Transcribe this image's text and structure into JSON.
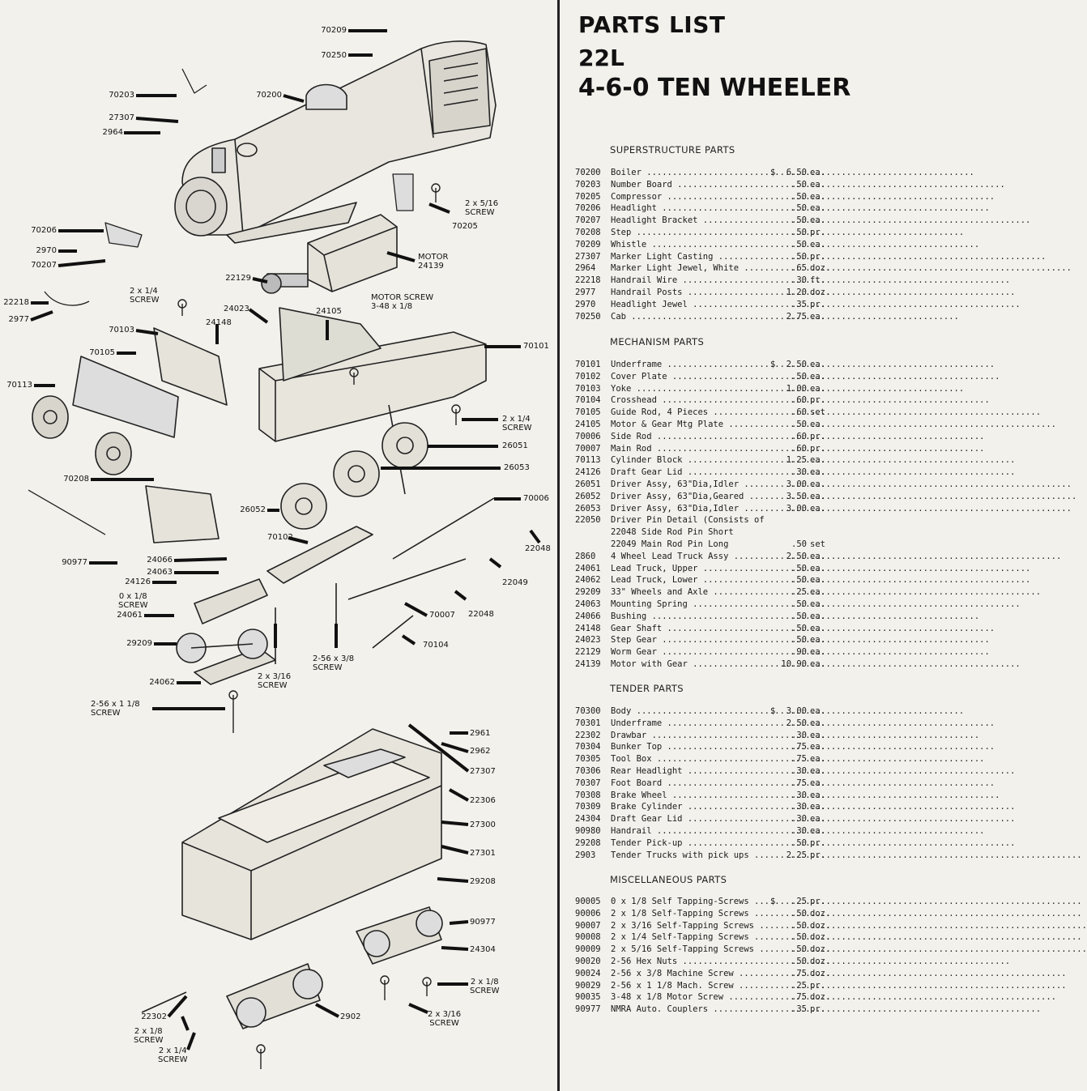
{
  "header": {
    "line1": "PARTS LIST",
    "line2": "22L",
    "line3": "4-6-0 TEN WHEELER"
  },
  "sections": [
    {
      "title": "SUPERSTRUCTURE PARTS",
      "items": [
        {
          "part": "70200",
          "desc": "Boiler",
          "cur": "$",
          "price": "6.50",
          "unit": "ea."
        },
        {
          "part": "70203",
          "desc": "Number Board",
          "cur": "",
          "price": ".50",
          "unit": "ea."
        },
        {
          "part": "70205",
          "desc": "Compressor",
          "cur": "",
          "price": ".50",
          "unit": "ea."
        },
        {
          "part": "70206",
          "desc": "Headlight",
          "cur": "",
          "price": ".50",
          "unit": "ea."
        },
        {
          "part": "70207",
          "desc": "Headlight Bracket",
          "cur": "",
          "price": ".50",
          "unit": "ea."
        },
        {
          "part": "70208",
          "desc": "Step",
          "cur": "",
          "price": ".50",
          "unit": "pr."
        },
        {
          "part": "70209",
          "desc": "Whistle",
          "cur": "",
          "price": ".50",
          "unit": "ea."
        },
        {
          "part": "27307",
          "desc": "Marker Light Casting",
          "cur": "",
          "price": ".50",
          "unit": "pr."
        },
        {
          "part": "2964",
          "desc": "Marker Light Jewel, White",
          "cur": "",
          "price": ".65",
          "unit": "doz."
        },
        {
          "part": "22218",
          "desc": "Handrail Wire",
          "cur": "",
          "price": ".30",
          "unit": "ft."
        },
        {
          "part": "2977",
          "desc": "Handrail Posts",
          "cur": "",
          "price": "1.20",
          "unit": "doz."
        },
        {
          "part": "2970",
          "desc": "Headlight Jewel",
          "cur": "",
          "price": ".35",
          "unit": "pr."
        },
        {
          "part": "70250",
          "desc": "Cab",
          "cur": "",
          "price": "2.75",
          "unit": "ea."
        }
      ]
    },
    {
      "title": "MECHANISM PARTS",
      "items": [
        {
          "part": "70101",
          "desc": "Underframe",
          "cur": "$",
          "price": "2.50",
          "unit": "ea."
        },
        {
          "part": "70102",
          "desc": "Cover Plate",
          "cur": "",
          "price": ".50",
          "unit": "ea."
        },
        {
          "part": "70103",
          "desc": "Yoke",
          "cur": "",
          "price": "1.00",
          "unit": "ea."
        },
        {
          "part": "70104",
          "desc": "Crosshead",
          "cur": "",
          "price": ".60",
          "unit": "pr."
        },
        {
          "part": "70105",
          "desc": "Guide Rod, 4 Pieces",
          "cur": "",
          "price": ".60",
          "unit": "set"
        },
        {
          "part": "24105",
          "desc": "Motor & Gear Mtg Plate",
          "cur": "",
          "price": ".50",
          "unit": "ea."
        },
        {
          "part": "70006",
          "desc": "Side Rod",
          "cur": "",
          "price": ".60",
          "unit": "pr."
        },
        {
          "part": "70007",
          "desc": "Main Rod",
          "cur": "",
          "price": ".60",
          "unit": "pr."
        },
        {
          "part": "70113",
          "desc": "Cylinder Block",
          "cur": "",
          "price": "1.25",
          "unit": "ea."
        },
        {
          "part": "24126",
          "desc": "Draft Gear Lid",
          "cur": "",
          "price": ".30",
          "unit": "ea."
        },
        {
          "part": "26051",
          "desc": "Driver Assy, 63\"Dia,Idler",
          "cur": "",
          "price": "3.00",
          "unit": "ea."
        },
        {
          "part": "26052",
          "desc": "Driver Assy, 63\"Dia,Geared",
          "cur": "",
          "price": "3.50",
          "unit": "ea."
        },
        {
          "part": "26053",
          "desc": "Driver Assy, 63\"Dia,Idler",
          "cur": "",
          "price": "3.00",
          "unit": "ea."
        },
        {
          "part": "22050",
          "desc": "Driver Pin Detail (Consists of",
          "nodots": true,
          "cur": "",
          "price": "",
          "unit": ""
        },
        {
          "part": "",
          "desc": "22048 Side Rod Pin Short",
          "nodots": true,
          "cur": "",
          "price": "",
          "unit": ""
        },
        {
          "part": "",
          "desc": "22049 Main Rod Pin Long",
          "nodots": true,
          "cur": "",
          "price": ".50",
          "unit": "set"
        },
        {
          "part": "2860",
          "desc": "4 Wheel Lead Truck Assy",
          "cur": "",
          "price": "2.50",
          "unit": "ea."
        },
        {
          "part": "24061",
          "desc": "Lead Truck, Upper",
          "cur": "",
          "price": ".50",
          "unit": "ea."
        },
        {
          "part": "24062",
          "desc": "Lead Truck, Lower",
          "cur": "",
          "price": ".50",
          "unit": "ea."
        },
        {
          "part": "29209",
          "desc": "33\" Wheels and Axle",
          "cur": "",
          "price": ".25",
          "unit": "ea."
        },
        {
          "part": "24063",
          "desc": "Mounting Spring",
          "cur": "",
          "price": ".50",
          "unit": "ea."
        },
        {
          "part": "24066",
          "desc": "Bushing",
          "cur": "",
          "price": ".50",
          "unit": "ea."
        },
        {
          "part": "24148",
          "desc": "Gear Shaft",
          "cur": "",
          "price": ".50",
          "unit": "ea."
        },
        {
          "part": "24023",
          "desc": "Step Gear",
          "cur": "",
          "price": ".50",
          "unit": "ea."
        },
        {
          "part": "22129",
          "desc": "Worm Gear",
          "cur": "",
          "price": ".90",
          "unit": "ea."
        },
        {
          "part": "24139",
          "desc": "Motor with Gear",
          "cur": "",
          "price": "10.90",
          "unit": "ea."
        }
      ]
    },
    {
      "title": "TENDER PARTS",
      "items": [
        {
          "part": "70300",
          "desc": "Body",
          "cur": "$",
          "price": "3.00",
          "unit": "ea."
        },
        {
          "part": "70301",
          "desc": "Underframe",
          "cur": "",
          "price": "2.50",
          "unit": "ea."
        },
        {
          "part": "22302",
          "desc": "Drawbar",
          "cur": "",
          "price": ".30",
          "unit": "ea."
        },
        {
          "part": "70304",
          "desc": "Bunker Top",
          "cur": "",
          "price": ".75",
          "unit": "ea."
        },
        {
          "part": "70305",
          "desc": "Tool Box",
          "cur": "",
          "price": ".75",
          "unit": "ea."
        },
        {
          "part": "70306",
          "desc": "Rear Headlight",
          "cur": "",
          "price": ".30",
          "unit": "ea."
        },
        {
          "part": "70307",
          "desc": "Foot Board",
          "cur": "",
          "price": ".75",
          "unit": "ea."
        },
        {
          "part": "70308",
          "desc": "Brake Wheel",
          "cur": "",
          "price": ".30",
          "unit": "ea."
        },
        {
          "part": "70309",
          "desc": "Brake Cylinder",
          "cur": "",
          "price": ".30",
          "unit": "ea."
        },
        {
          "part": "24304",
          "desc": "Draft Gear Lid",
          "cur": "",
          "price": ".30",
          "unit": "ea."
        },
        {
          "part": "90980",
          "desc": "Handrail",
          "cur": "",
          "price": ".30",
          "unit": "ea."
        },
        {
          "part": "29208",
          "desc": "Tender Pick-up",
          "cur": "",
          "price": ".50",
          "unit": "pr."
        },
        {
          "part": "2903",
          "desc": "Tender Trucks with pick ups",
          "cur": "",
          "price": "2.25",
          "unit": "pr."
        }
      ]
    },
    {
      "title": "MISCELLANEOUS PARTS",
      "items": [
        {
          "part": "90005",
          "desc": "0 x 1/8 Self Tapping-Screws",
          "cur": "$",
          "price": ".25",
          "unit": "pr."
        },
        {
          "part": "90006",
          "desc": "2 x 1/8 Self-Tapping Screws",
          "cur": "",
          "price": ".50",
          "unit": "doz."
        },
        {
          "part": "90007",
          "desc": "2 x 3/16 Self-Tapping Screws",
          "cur": "",
          "price": ".50",
          "unit": "doz."
        },
        {
          "part": "90008",
          "desc": "2 x 1/4 Self-Tapping Screws",
          "cur": "",
          "price": ".50",
          "unit": "doz."
        },
        {
          "part": "90009",
          "desc": "2 x 5/16 Self-Tapping Screws",
          "cur": "",
          "price": ".50",
          "unit": "doz."
        },
        {
          "part": "90020",
          "desc": "2-56 Hex Nuts",
          "cur": "",
          "price": ".50",
          "unit": "doz."
        },
        {
          "part": "90024",
          "desc": "2-56 x 3/8 Machine Screw",
          "cur": "",
          "price": ".75",
          "unit": "doz."
        },
        {
          "part": "90029",
          "desc": "2-56 x 1 1/8 Mach. Screw",
          "cur": "",
          "price": ".25",
          "unit": "pr."
        },
        {
          "part": "90035",
          "desc": "3-48 x 1/8 Motor Screw",
          "cur": "",
          "price": ".75",
          "unit": "doz."
        },
        {
          "part": "90977",
          "desc": "NMRA Auto. Couplers",
          "cur": "",
          "price": ".35",
          "unit": "pr."
        }
      ]
    }
  ],
  "callouts": [
    {
      "id": "c70209",
      "text": "70209"
    },
    {
      "id": "c70250",
      "text": "70250"
    },
    {
      "id": "c70203",
      "text": "70203"
    },
    {
      "id": "c70200",
      "text": "70200"
    },
    {
      "id": "c27307a",
      "text": "27307"
    },
    {
      "id": "c2964",
      "text": "2964"
    },
    {
      "id": "c70205",
      "text": "70205"
    },
    {
      "id": "c2x516",
      "text": "2 x 5/16\nSCREW"
    },
    {
      "id": "c70206",
      "text": "70206"
    },
    {
      "id": "c2970",
      "text": "2970"
    },
    {
      "id": "c70207",
      "text": "70207"
    },
    {
      "id": "cmotor",
      "text": "MOTOR\n24139"
    },
    {
      "id": "c22129",
      "text": "22129"
    },
    {
      "id": "c2x14a",
      "text": "2 x 1/4\nSCREW"
    },
    {
      "id": "cmotorscrew",
      "text": "MOTOR SCREW\n3-48 x 1/8"
    },
    {
      "id": "c22218",
      "text": "22218"
    },
    {
      "id": "c2977",
      "text": "2977"
    },
    {
      "id": "c24023",
      "text": "24023"
    },
    {
      "id": "c24105",
      "text": "24105"
    },
    {
      "id": "c24148",
      "text": "24148"
    },
    {
      "id": "c70103",
      "text": "70103"
    },
    {
      "id": "c70101",
      "text": "70101"
    },
    {
      "id": "c70105",
      "text": "70105"
    },
    {
      "id": "c70113",
      "text": "70113"
    },
    {
      "id": "c2x14b",
      "text": "2 x 1/4\nSCREW"
    },
    {
      "id": "c26051",
      "text": "26051"
    },
    {
      "id": "c26053",
      "text": "26053"
    },
    {
      "id": "c70208",
      "text": "70208"
    },
    {
      "id": "c70006",
      "text": "70006"
    },
    {
      "id": "c26052",
      "text": "26052"
    },
    {
      "id": "c70102",
      "text": "70102"
    },
    {
      "id": "c22048a",
      "text": "22048"
    },
    {
      "id": "c90977",
      "text": "90977"
    },
    {
      "id": "c24066",
      "text": "24066"
    },
    {
      "id": "c24063",
      "text": "24063"
    },
    {
      "id": "c24126",
      "text": "24126"
    },
    {
      "id": "c0x18",
      "text": "0 x 1/8\nSCREW"
    },
    {
      "id": "c24061",
      "text": "24061"
    },
    {
      "id": "c22049",
      "text": "22049"
    },
    {
      "id": "c22048b",
      "text": "22048"
    },
    {
      "id": "c70007",
      "text": "70007"
    },
    {
      "id": "c29209",
      "text": "29209"
    },
    {
      "id": "c70104",
      "text": "70104"
    },
    {
      "id": "c2x316a",
      "text": "2 x 3/16\nSCREW"
    },
    {
      "id": "c256x38",
      "text": "2-56 x 3/8\nSCREW"
    },
    {
      "id": "c24062",
      "text": "24062"
    },
    {
      "id": "c256x118",
      "text": "2-56 x 1 1/8\nSCREW"
    },
    {
      "id": "c2961",
      "text": "2961"
    },
    {
      "id": "c2962",
      "text": "2962"
    },
    {
      "id": "c27307b",
      "text": "27307"
    },
    {
      "id": "c22306",
      "text": "22306"
    },
    {
      "id": "c27300",
      "text": "27300"
    },
    {
      "id": "c27301",
      "text": "27301"
    },
    {
      "id": "c29208",
      "text": "29208"
    },
    {
      "id": "c90977b",
      "text": "90977"
    },
    {
      "id": "c24304",
      "text": "24304"
    },
    {
      "id": "c2x18",
      "text": "2 x 1/8\nSCREW"
    },
    {
      "id": "c2x316b",
      "text": "2 x 3/16\nSCREW"
    },
    {
      "id": "c2902",
      "text": "2902"
    },
    {
      "id": "c22302",
      "text": "22302"
    },
    {
      "id": "c2x18b",
      "text": "2 x 1/8\nSCREW"
    },
    {
      "id": "c2x14c",
      "text": "2 x 1/4\nSCREW"
    }
  ]
}
